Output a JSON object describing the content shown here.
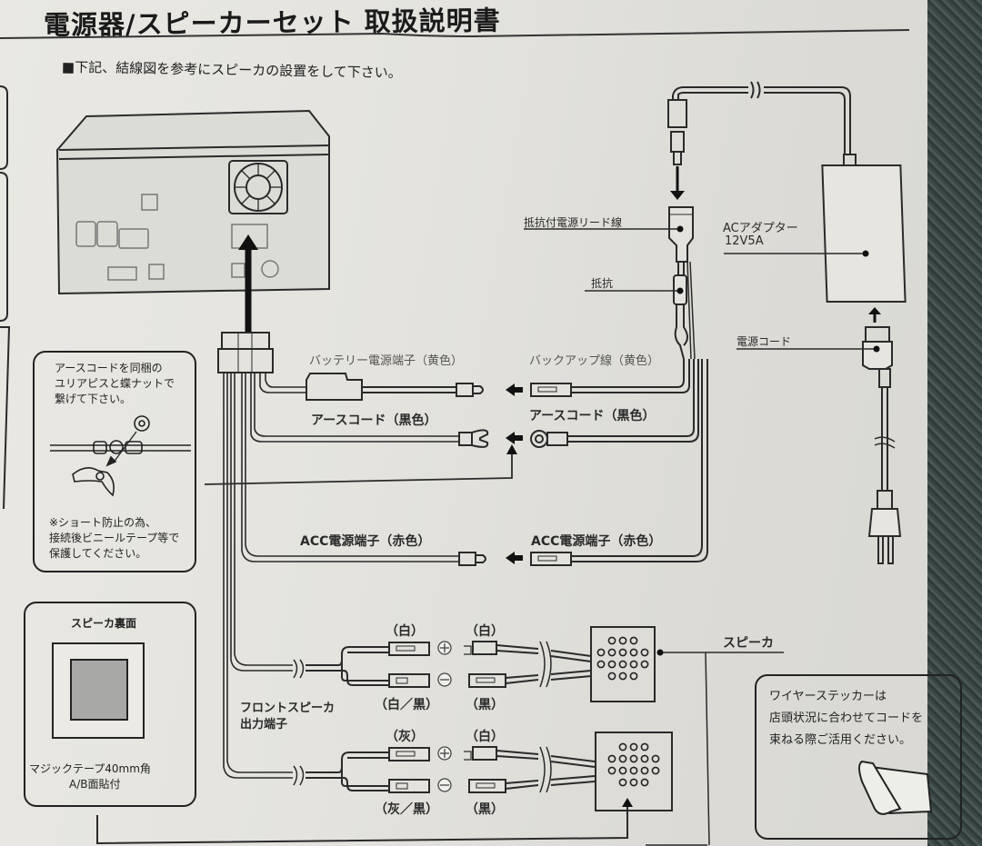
{
  "document": {
    "title": "電源器/スピーカーセット 取扱説明書",
    "instruction": "■下記、結線図を参考にスピーカの設置をして下さい。"
  },
  "labels": {
    "resistor_lead": "抵抗付電源リード線",
    "resistor": "抵抗",
    "ac_adapter": "ACアダプター",
    "ac_adapter_rating": "12V5A",
    "power_cord": "電源コード",
    "battery_terminal": "バッテリー電源端子（黄色）",
    "backup_wire": "バックアップ線（黄色）",
    "earth_cord_left": "アースコード（黒色）",
    "earth_cord_right": "アースコード（黒色）",
    "acc_terminal_left": "ACC電源端子（赤色）",
    "acc_terminal_right": "ACC電源端子（赤色）",
    "speaker": "スピーカ",
    "front_speaker_output_line1": "フロントスピーカ",
    "front_speaker_output_line2": "出力端子"
  },
  "speaker_pairs": [
    {
      "plus_left": "（白）",
      "plus_right": "（白）",
      "minus_left": "（白／黒）",
      "minus_right": "（黒）",
      "plus_sign": "+",
      "minus_sign": "−"
    },
    {
      "plus_left": "（灰）",
      "plus_right": "（白）",
      "minus_left": "（灰／黒）",
      "minus_right": "（黒）",
      "plus_sign": "+",
      "minus_sign": "−"
    }
  ],
  "earth_note": {
    "lines": [
      "アースコードを同梱の",
      "ユリアピスと蝶ナットで",
      "繋げて下さい。"
    ],
    "warning_lines": [
      "※ショート防止の為、",
      "接続後ビニールテープ等で",
      "保護してください。"
    ]
  },
  "speaker_back": {
    "title": "スピーカ裏面",
    "caption_lines": [
      "マジックテープ40mm角",
      "A/B面貼付"
    ]
  },
  "wire_sticker": {
    "lines": [
      "ワイヤーステッカーは",
      "店頭状況に合わせてコードを",
      "束ねる際ご活用ください。"
    ]
  }
}
